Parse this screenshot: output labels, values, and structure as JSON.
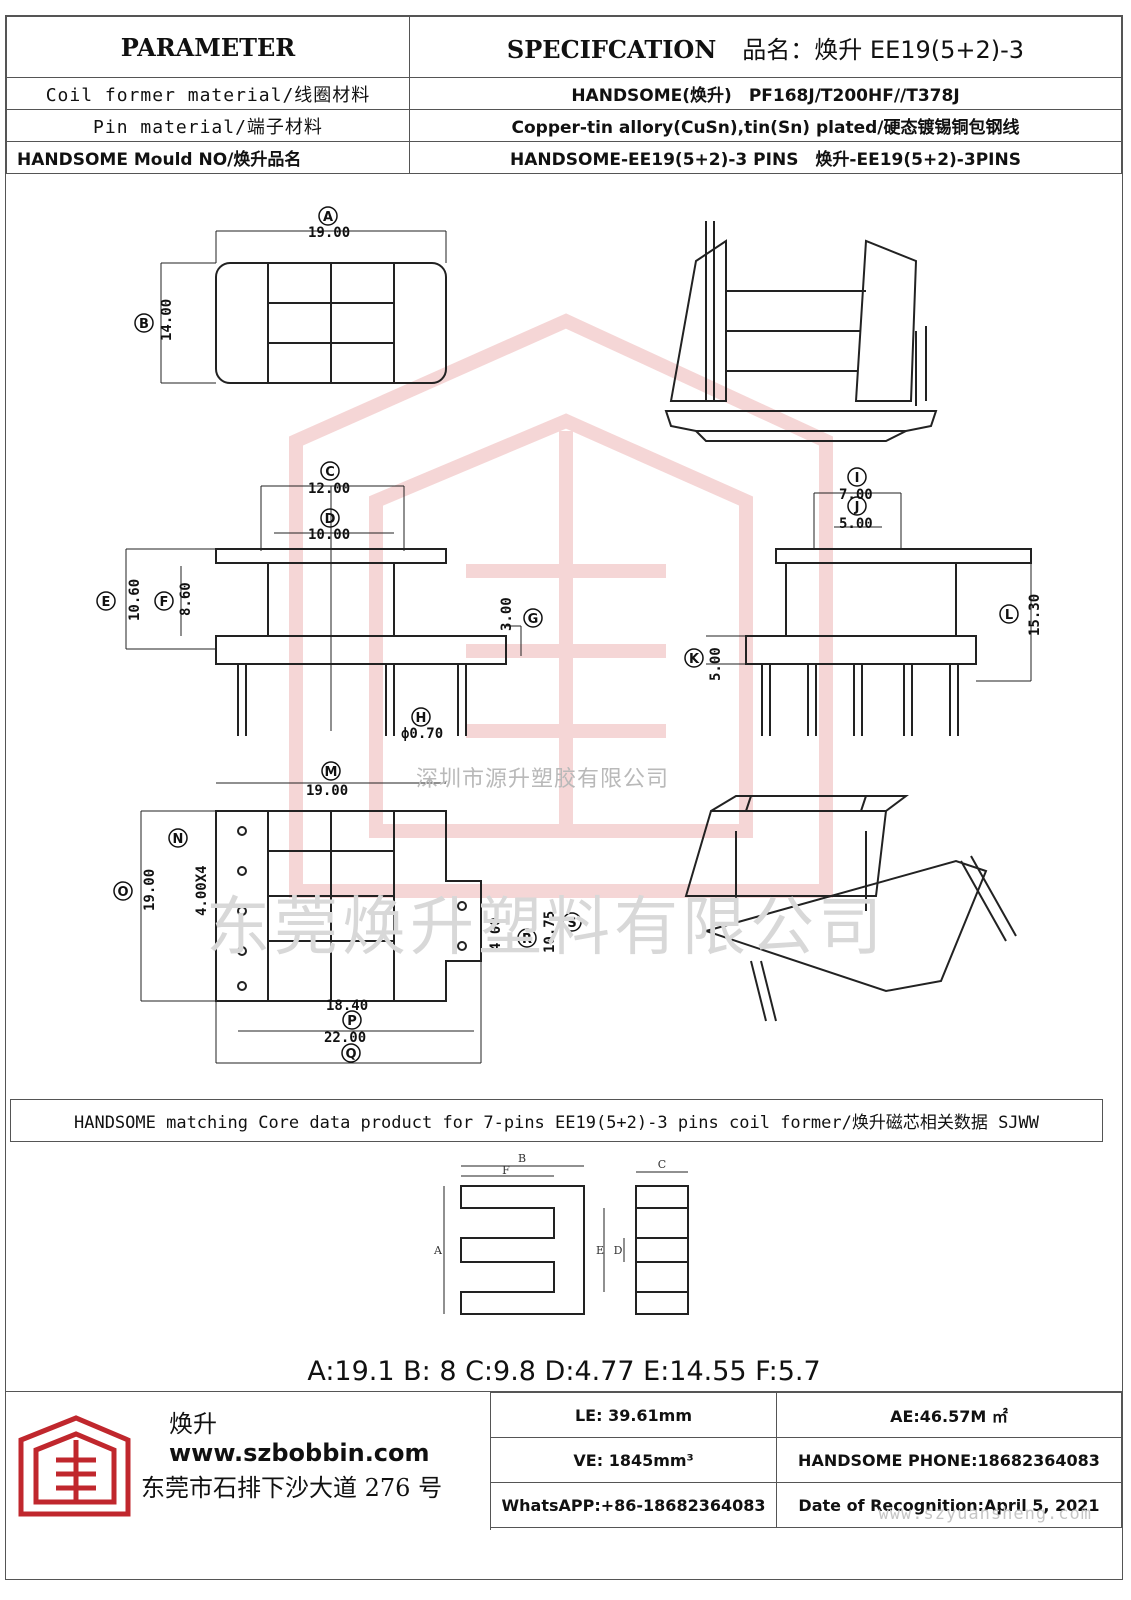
{
  "header": {
    "parameter_label": "PARAMETER",
    "spec_label": "SPECIFCATION",
    "product_name": "品名：焕升 EE19(5+2)-3",
    "rows": [
      {
        "param": "Coil former material/线圈材料",
        "value": "HANDSOME(焕升)　PF168J/T200HF//T378J"
      },
      {
        "param": "Pin material/端子材料",
        "value": "Copper-tin allory(CuSn),tin(Sn) plated/硬态镀锡铜包钢线"
      },
      {
        "param": "HANDSOME Mould NO/焕升品名",
        "value": "HANDSOME-EE19(5+2)-3 PINS　焕升-EE19(5+2)-3PINS"
      }
    ]
  },
  "drawing": {
    "dims": {
      "A": "19.00",
      "B": "14.00",
      "C": "12.00",
      "D": "10.00",
      "E": "10.60",
      "F": "8.60",
      "G": "3.00",
      "H": "ф0.70",
      "I": "7.00",
      "J": "5.00",
      "K": "5.00",
      "L": "15.30",
      "M": "19.00",
      "N": "4.00X4",
      "O": "19.00",
      "P": "18.40",
      "Q": "22.00",
      "R": "4.00",
      "S": "10.75"
    },
    "letters": [
      "A",
      "B",
      "C",
      "D",
      "E",
      "F",
      "G",
      "H",
      "I",
      "J",
      "K",
      "L",
      "M",
      "N",
      "O",
      "P",
      "Q",
      "R",
      "S"
    ],
    "watermark_company": "深圳市源升塑胶有限公司",
    "watermark_big": "东莞焕升塑料有限公司"
  },
  "core": {
    "bar_text": "HANDSOME matching Core data  product for 7-pins EE19(5+2)-3 pins coil former/焕升磁芯相关数据 SJWW",
    "labels": [
      "A",
      "B",
      "C",
      "D",
      "E",
      "F"
    ],
    "params": "A:19.1 B: 8 C:9.8 D:4.77 E:14.55 F:5.7"
  },
  "footer": {
    "brand_cn": "焕升",
    "website": "www.szbobbin.com",
    "address": "东莞市石排下沙大道 276 号",
    "le": "LE: 39.61mm",
    "ae": "AE:46.57M ㎡",
    "ve": "VE: 1845mm³",
    "phone": "HANDSOME PHONE:18682364083",
    "whatsapp": "WhatsAPP:+86-18682364083",
    "date": "Date of Recognition:April 5, 2021",
    "site_watermark": "www.szyuansheng.com"
  }
}
